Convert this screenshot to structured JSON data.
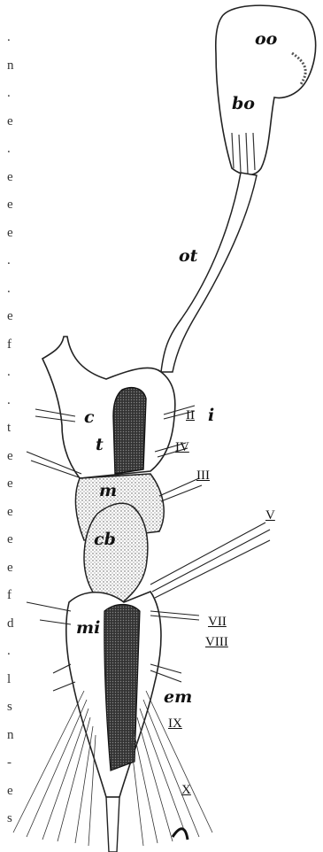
{
  "figure": {
    "margin_text": [
      ".",
      "n",
      ".",
      "e",
      ".",
      "e",
      "e",
      "e",
      ".",
      ".",
      "e",
      "f",
      ".",
      ".",
      "t",
      "e",
      "e",
      "e",
      "e",
      "e",
      "f",
      "d",
      ".",
      "l",
      "s",
      "n",
      "-",
      "e",
      "s"
    ],
    "labels": {
      "oo": "oo",
      "bo": "bo",
      "ot": "ot",
      "c": "c",
      "t": "t",
      "m": "m",
      "cb": "cb",
      "mi": "mi",
      "em": "em",
      "i": "i",
      "II": "II",
      "III": "III",
      "IV": "IV",
      "V": "V",
      "VII": "VII",
      "VIII": "VIII",
      "IX": "IX",
      "X": "X"
    }
  }
}
